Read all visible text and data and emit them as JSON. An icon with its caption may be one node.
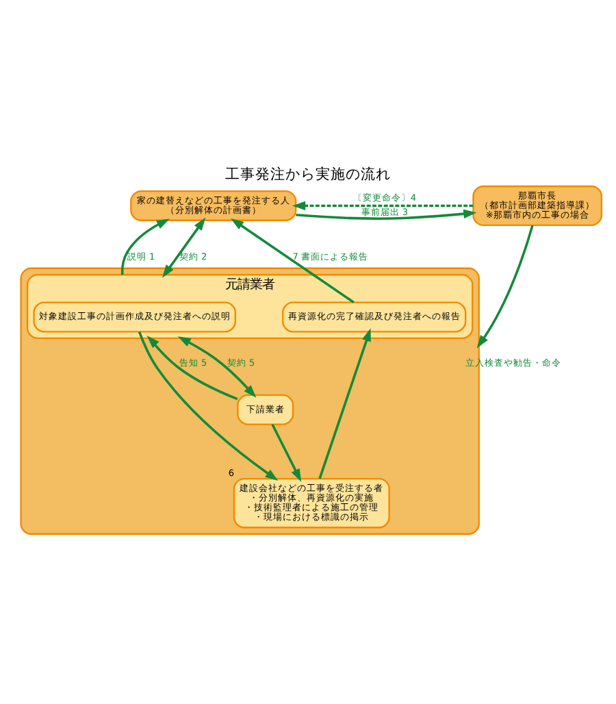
{
  "diagram": {
    "title": "工事発注から実施の流れ",
    "nodes": [
      {
        "text": [
          "家の建替えなどの工事を発注する人",
          "（分別解体の計画書）"
        ]
      },
      {
        "text": [
          "那覇市長",
          "（都市計画部建築指導課）",
          "※那覇市内の工事の場合"
        ]
      },
      {
        "text": [],
        "shape": "box"
      },
      {
        "text": [
          "元請業者"
        ],
        "in": 2
      },
      {
        "text": [
          "対象建設工事の計画作成及び発注者への説明"
        ],
        "in": 3
      },
      {
        "text": [
          "再資源化の完了確認及び発注者への報告"
        ],
        "in": 3
      },
      {
        "text": [
          "建設会社などの工事を受注する者",
          "・分別解体、再資源化の実施",
          "・技術監理者による施工の管理",
          "・現場における標識の掲示"
        ],
        "in": 2,
        "beside": [
          "6"
        ]
      },
      {
        "text": [
          "下請業者"
        ],
        "in": 2
      }
    ],
    "edges": [
      {
        "from": 0,
        "to": 1,
        "arrow": "to",
        "label": "事前届出 3"
      },
      {
        "from": 1,
        "to": 0,
        "arrow": "to",
        "label": "〔変更命令〕4",
        "style": "dashed"
      },
      {
        "from": 3,
        "to": 0,
        "arrow": "to",
        "label": "説明 1"
      },
      {
        "from": 0,
        "to": 3,
        "arrow": "both",
        "label": "契約 2"
      },
      {
        "from": 5,
        "to": 0,
        "arrow": "to",
        "label": "7 書面による報告"
      },
      {
        "from": 1,
        "to": 2,
        "arrow": "to",
        "label": "立入検査や勧告・命令"
      },
      {
        "from": 4,
        "to": 6,
        "arrow": "to"
      },
      {
        "from": 7,
        "to": 3,
        "arrow": "to",
        "label": "告知 5"
      },
      {
        "from": 3,
        "to": 7,
        "arrow": "both",
        "label": "契約 5"
      },
      {
        "from": 7,
        "to": 6,
        "arrow": "to"
      },
      {
        "from": 6,
        "to": 5,
        "arrow": "to"
      }
    ]
  }
}
